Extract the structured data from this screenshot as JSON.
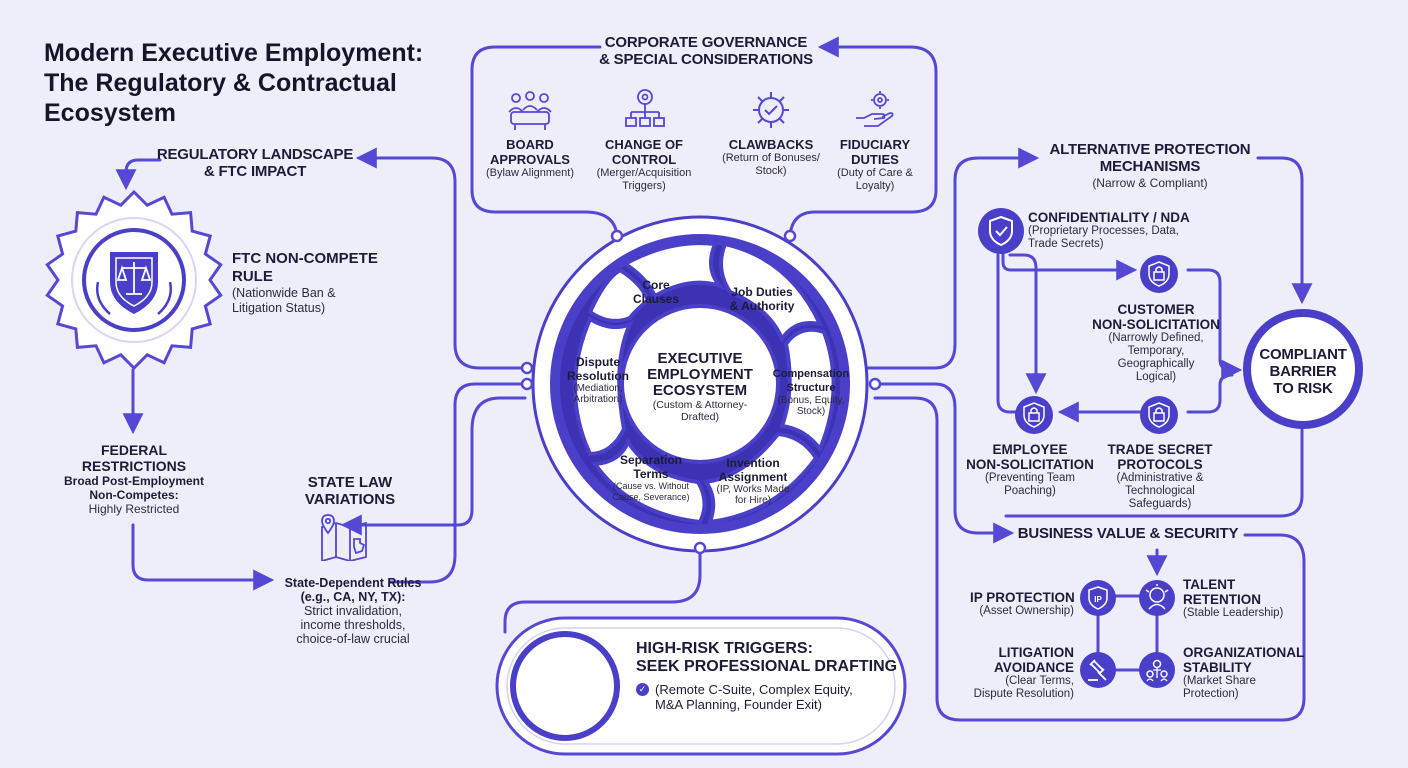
{
  "title": {
    "line1": "Modern Executive Employment:",
    "line2": "The Regulatory & Contractual",
    "line3": "Ecosystem"
  },
  "governance": {
    "header1": "CORPORATE GOVERNANCE",
    "header2": "& SPECIAL CONSIDERATIONS",
    "items": [
      {
        "icon": "meeting-table-icon",
        "title1": "BOARD",
        "title2": "APPROVALS",
        "sub1": "(Bylaw Alignment)",
        "sub2": "",
        "sub3": ""
      },
      {
        "icon": "org-chart-icon",
        "title1": "CHANGE OF",
        "title2": "CONTROL",
        "sub1": "(Merger/Acquisition",
        "sub2": "Triggers)",
        "sub3": ""
      },
      {
        "icon": "clawback-gear-icon",
        "title1": "CLAWBACKS",
        "title2": "",
        "sub1": "(Return of Bonuses/",
        "sub2": "Stock)",
        "sub3": ""
      },
      {
        "icon": "hand-gear-icon",
        "title1": "FIDUCIARY",
        "title2": "DUTIES",
        "sub1": "(Duty of Care &",
        "sub2": "Loyalty)",
        "sub3": ""
      }
    ]
  },
  "regulatory": {
    "header1": "REGULATORY LANDSCAPE",
    "header2": "& FTC IMPACT",
    "ftc_title1": "FTC NON-COMPETE",
    "ftc_title2": "RULE",
    "ftc_sub1": "(Nationwide Ban &",
    "ftc_sub2": "Litigation Status)",
    "federal_title1": "FEDERAL",
    "federal_title2": "RESTRICTIONS",
    "federal_sub1": "Broad Post-Employment",
    "federal_sub2": "Non-Competes:",
    "federal_sub3": "Highly Restricted",
    "state_title1": "STATE LAW",
    "state_title2": "VARIATIONS",
    "state_rules1": "State-Dependent Rules",
    "state_rules2": "(e.g., CA, NY, TX):",
    "state_rules3": "Strict invalidation,",
    "state_rules4": "income thresholds,",
    "state_rules5": "choice-of-law crucial"
  },
  "center": {
    "title1": "EXECUTIVE",
    "title2": "EMPLOYMENT",
    "title3": "ECOSYSTEM",
    "sub1": "(Custom & Attorney-",
    "sub2": "Drafted)",
    "segments": [
      {
        "t1": "Core",
        "t2": "Clauses",
        "s1": "",
        "s2": ""
      },
      {
        "t1": "Job Duties",
        "t2": "& Authority",
        "s1": "",
        "s2": ""
      },
      {
        "t1": "Compensation",
        "t2": "Structure",
        "s1": "(Bonus, Equity,",
        "s2": "Stock)"
      },
      {
        "t1": "Invention",
        "t2": "Assignment",
        "s1": "(IP, Works Made",
        "s2": "for Hire)"
      },
      {
        "t1": "Separation",
        "t2": "Terms",
        "s1": "(Cause vs. Without",
        "s2": "Cause, Severance)"
      },
      {
        "t1": "Dispute",
        "t2": "Resolution",
        "s1": "(Mediation,",
        "s2": "Arbitration)"
      }
    ]
  },
  "risk": {
    "title1": "HIGH-RISK TRIGGERS:",
    "title2": "SEEK PROFESSIONAL DRAFTING",
    "sub1": "(Remote C-Suite, Complex Equity,",
    "sub2": "M&A Planning, Founder Exit)"
  },
  "alternative": {
    "header1": "ALTERNATIVE PROTECTION",
    "header2": "MECHANISMS",
    "header_sub": "(Narrow & Compliant)",
    "nda_title": "CONFIDENTIALITY / NDA",
    "nda_sub1": "(Proprietary Processes, Data,",
    "nda_sub2": "Trade Secrets)",
    "cust_title1": "CUSTOMER",
    "cust_title2": "NON-SOLICITATION",
    "cust_sub1": "(Narrowly Defined,",
    "cust_sub2": "Temporary,",
    "cust_sub3": "Geographically",
    "cust_sub4": "Logical)",
    "emp_title1": "EMPLOYEE",
    "emp_title2": "NON-SOLICITATION",
    "emp_sub1": "(Preventing Team",
    "emp_sub2": "Poaching)",
    "trade_title1": "TRADE SECRET",
    "trade_title2": "PROTOCOLS",
    "trade_sub1": "(Administrative &",
    "trade_sub2": "Technological",
    "trade_sub3": "Safeguards)",
    "barrier1": "COMPLIANT",
    "barrier2": "BARRIER",
    "barrier3": "TO RISK"
  },
  "business": {
    "header": "BUSINESS VALUE & SECURITY",
    "ip_title": "IP PROTECTION",
    "ip_sub": "(Asset Ownership)",
    "talent_title1": "TALENT",
    "talent_title2": "RETENTION",
    "talent_sub": "(Stable Leadership)",
    "lit_title1": "LITIGATION",
    "lit_title2": "AVOIDANCE",
    "lit_sub1": "(Clear Terms,",
    "lit_sub2": "Dispute Resolution)",
    "org_title1": "ORGANIZATIONAL",
    "org_title2": "STABILITY",
    "org_sub1": "(Market Share",
    "org_sub2": "Protection)"
  },
  "colors": {
    "accent": "#5a4fd1",
    "accent_dark": "#3d33b0",
    "background": "#eeeefa",
    "card": "#ffffff"
  }
}
